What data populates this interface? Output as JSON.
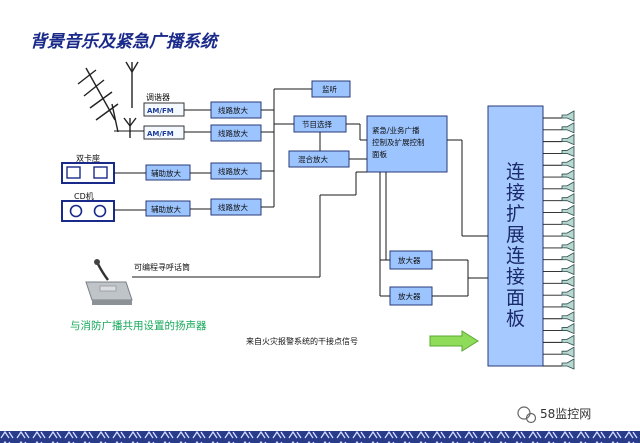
{
  "title": "背景音乐及紧急广播系统",
  "tuner": {
    "label": "调谐器",
    "units": [
      {
        "label": "AM/FM"
      },
      {
        "label": "AM/FM"
      }
    ]
  },
  "amplifiers": {
    "line_amp_rows": [
      {
        "label": "线路放大"
      },
      {
        "label": "线路放大"
      },
      {
        "label": "线路放大"
      },
      {
        "label": "线路放大"
      }
    ],
    "aux_amp_rows": [
      {
        "label": "辅助放大"
      },
      {
        "label": "辅助放大"
      }
    ]
  },
  "cassette": {
    "label": "双卡座"
  },
  "cd": {
    "label": "CD机"
  },
  "monitor": {
    "label": "监听"
  },
  "program_select": {
    "label": "节目选择"
  },
  "mixer": {
    "label": "混合放大"
  },
  "controller": {
    "label": "紧急/业务广播控制及扩展控制面板"
  },
  "power_amps": [
    {
      "label": "放大器"
    },
    {
      "label": "放大器"
    }
  ],
  "panel": {
    "label": "连接扩展连接面板"
  },
  "mic": {
    "label": "可编程寻呼话筒"
  },
  "fire_note": "与消防广播共用设置的扬声器",
  "fire_signal": "来自火灾报警系统的干接点信号",
  "watermark": "58监控网",
  "colors": {
    "box_fill": "#9cc4ff",
    "panel_fill": "#a6c9ff",
    "title": "#1a2a8a",
    "green_note": "#14a85a",
    "arrow": "#8fdc5a",
    "speaker": "#b8d7d0"
  }
}
